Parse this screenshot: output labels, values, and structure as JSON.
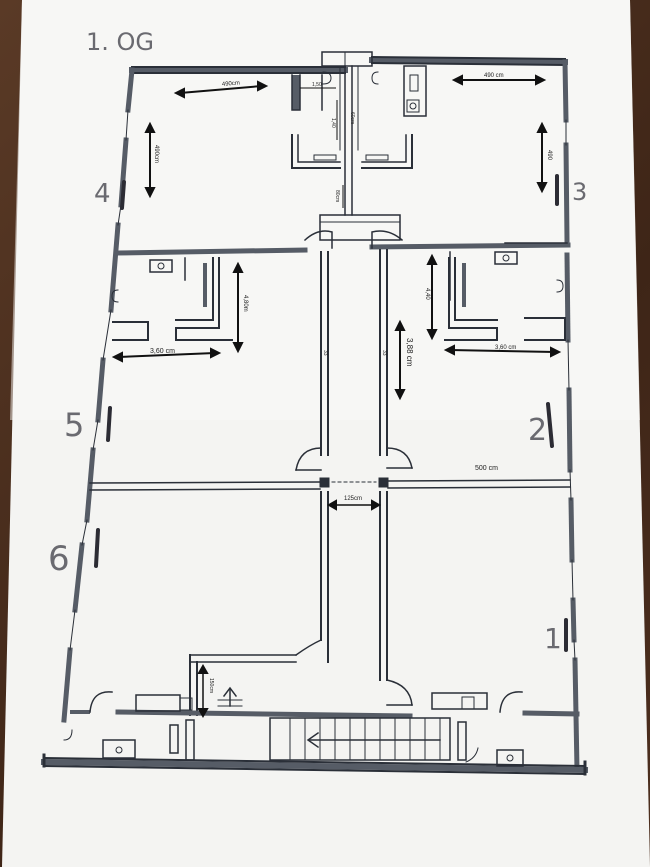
{
  "floor_label": "1. OG",
  "window_numbers": [
    "1",
    "2",
    "3",
    "4",
    "5",
    "6"
  ],
  "dimensions": {
    "top_left_room_width": "490cm",
    "top_right_room_width": "490 cm",
    "top_left_room_height": "490cm",
    "top_right_room_height": "490",
    "bath_small": "1,50",
    "bath_small_2": "1,40",
    "shaft_label": "60cm",
    "corridor_top": "80cm",
    "left_small_room_height": "4,80m",
    "left_room_width": "3,60 cm",
    "right_small_room_height": "4,40",
    "right_room_width": "3,60 cm",
    "corridor_height": "3,88 cm",
    "corridor_left_num": "33",
    "corridor_right_num": "33",
    "hall_width": "500 cm",
    "door_width": "125cm",
    "stair_dim": "150cm"
  },
  "colors": {
    "paper": "#f4f4f2",
    "ink": "#2a2f38",
    "wall_fill": "#565c66",
    "pencil": "#6a6a70",
    "wood": "#4a2e1f"
  }
}
